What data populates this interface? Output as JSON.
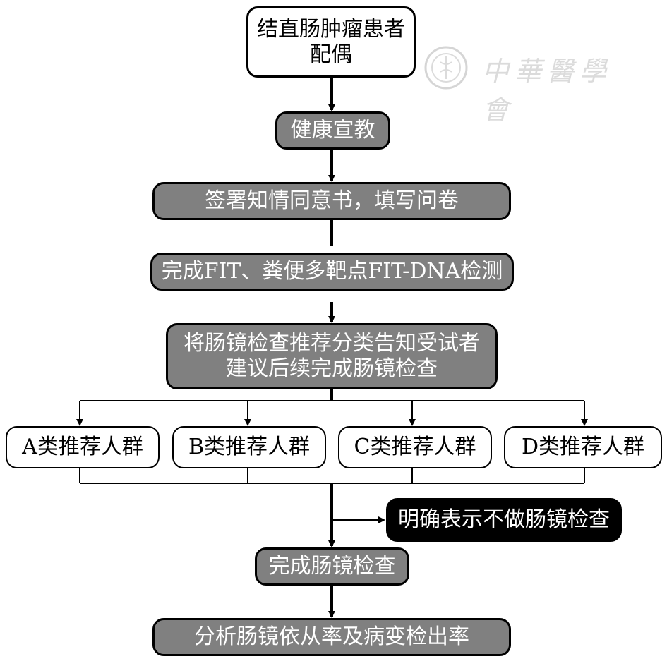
{
  "nodes": {
    "start": "结直肠肿瘤患者\n配偶",
    "education": "健康宣教",
    "consent": "签署知情同意书，填写问卷",
    "testing": "完成FIT、粪便多靶点FIT-DNA检测",
    "notify": "将肠镜检查推荐分类告知受试者\n建议后续完成肠镜检查",
    "groups": [
      "A类推荐人群",
      "B类推荐人群",
      "C类推荐人群",
      "D类推荐人群"
    ],
    "refuse": "明确表示不做肠镜检查",
    "complete": "完成肠镜检查",
    "analysis": "分析肠镜依从率及病变检出率"
  },
  "watermark": {
    "logo": "chinese-medical-association-emblem-icon",
    "text": "中華醫學會"
  },
  "colors": {
    "grey_box": "#808080",
    "black_box": "#000000",
    "white_box": "#ffffff",
    "line": "#000000"
  }
}
